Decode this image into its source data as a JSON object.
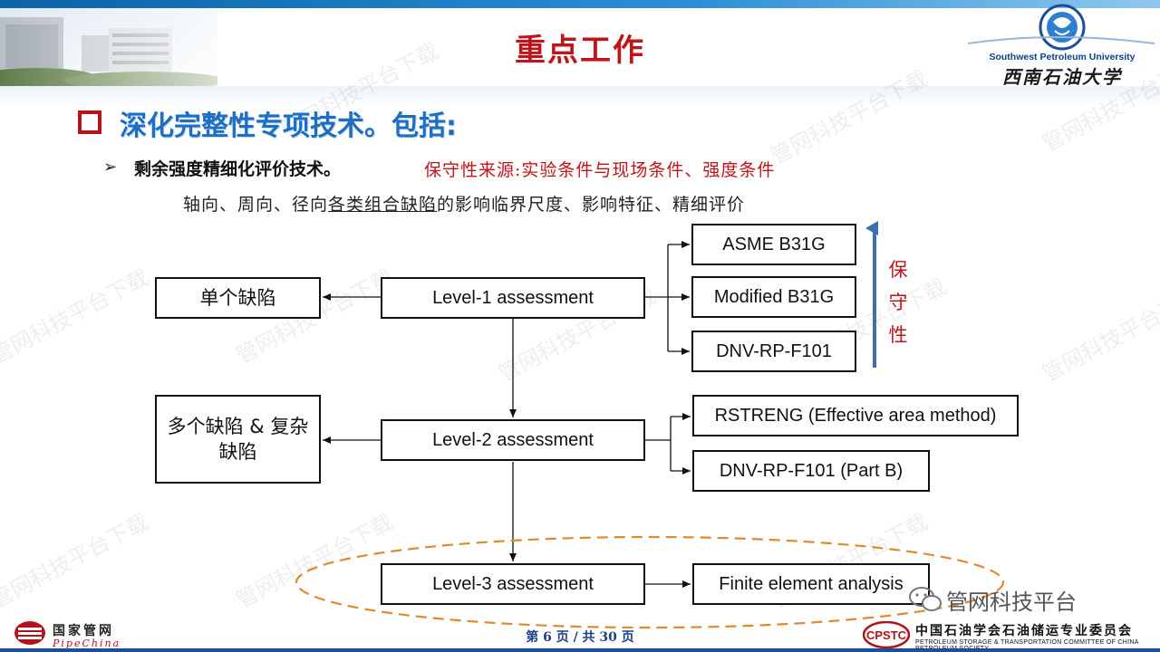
{
  "header": {
    "title": "重点工作",
    "university_en": "Southwest Petroleum University",
    "university_cn": "西南石油大学"
  },
  "main": {
    "heading": "深化完整性专项技术。包括:",
    "subheading": {
      "bold_text": "剩余强度精细化评价技术。",
      "red_text": "保守性来源:实验条件与现场条件、强度条件"
    },
    "detail": {
      "prefix": "轴向、周向、径向",
      "underlined": "各类组合缺陷",
      "suffix": "的影响临界尺度、影响特征、精细评价"
    }
  },
  "flowchart": {
    "left_boxes": {
      "single_defect": "单个缺陷",
      "multiple_defect": "多个缺陷 & 复杂缺陷"
    },
    "levels": {
      "level1": "Level-1 assessment",
      "level2": "Level-2 assessment",
      "level3": "Level-3 assessment"
    },
    "methods": {
      "asme": "ASME B31G",
      "modified": "Modified B31G",
      "dnv": "DNV-RP-F101",
      "rstreng": "RSTRENG (Effective area method)",
      "dnv_b": "DNV-RP-F101 (Part B)",
      "fea": "Finite element analysis"
    },
    "conservatism_label": "保守性",
    "highlight_color": "#e08a2e",
    "arrow_color": "#3a6fb0"
  },
  "watermark": "管网科技平台下载",
  "footer": {
    "pipechina_cn": "国家管网",
    "pipechina_en": "PipeChina",
    "page": "第 6 页 / 共 30 页",
    "wechat": "管网科技平台",
    "society_cn": "中国石油学会石油储运专业委员会",
    "society_en": "PETROLEUM STORAGE & TRANSPORTATION COMMITTEE OF CHINA PETROLEUM SOCIETY",
    "society_logo": "CPSTC"
  },
  "colors": {
    "title_red": "#c0141b",
    "heading_blue": "#1e6fc4",
    "top_bar": "#0b62a8"
  }
}
